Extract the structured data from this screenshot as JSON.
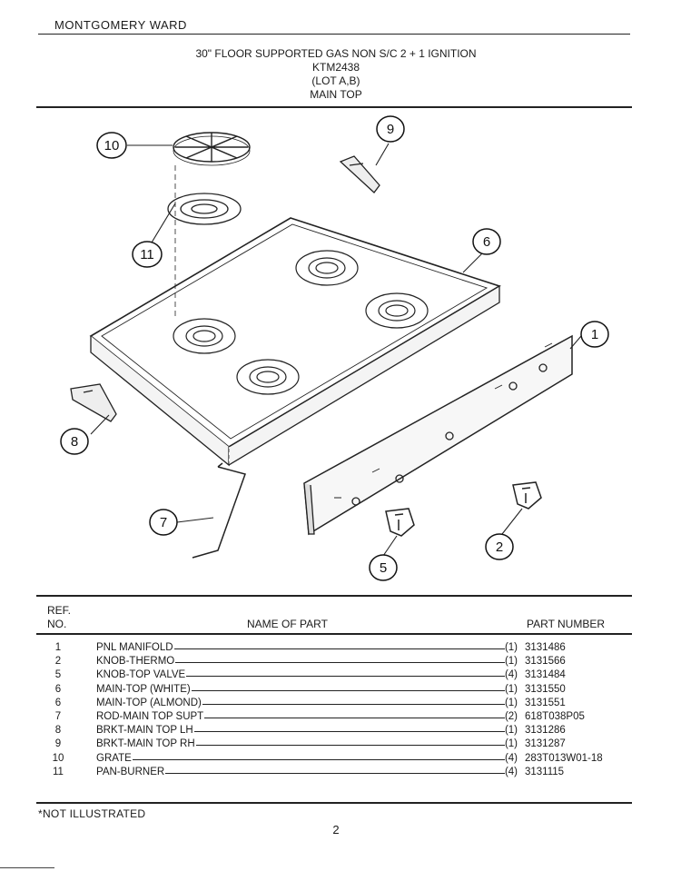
{
  "header": {
    "brand": "MONTGOMERY WARD",
    "title_lines": [
      "30\" FLOOR SUPPORTED GAS NON S/C 2 + 1 IGNITION",
      "KTM2438",
      "(LOT A,B)",
      "MAIN TOP"
    ]
  },
  "diagram": {
    "callouts": [
      "10",
      "9",
      "11",
      "6",
      "1",
      "8",
      "7",
      "2",
      "5"
    ]
  },
  "table": {
    "headers": {
      "ref_line1": "REF.",
      "ref_line2": "NO.",
      "name": "NAME OF PART",
      "part": "PART NUMBER"
    },
    "rows": [
      {
        "ref": "1",
        "name": "PNL MANIFOLD",
        "qty": "(1)",
        "part": "3131486"
      },
      {
        "ref": "2",
        "name": "KNOB-THERMO",
        "qty": "(1)",
        "part": "3131566"
      },
      {
        "ref": "5",
        "name": "KNOB-TOP VALVE",
        "qty": "(4)",
        "part": "3131484"
      },
      {
        "ref": "6",
        "name": "MAIN-TOP (WHITE)",
        "qty": "(1)",
        "part": "3131550"
      },
      {
        "ref": "6",
        "name": "MAIN-TOP (ALMOND)",
        "qty": "(1)",
        "part": "3131551"
      },
      {
        "ref": "7",
        "name": "ROD-MAIN TOP SUPT",
        "qty": "(2)",
        "part": "618T038P05"
      },
      {
        "ref": "8",
        "name": "BRKT-MAIN TOP LH",
        "qty": "(1)",
        "part": "3131286"
      },
      {
        "ref": "9",
        "name": "BRKT-MAIN TOP RH",
        "qty": "(1)",
        "part": "3131287"
      },
      {
        "ref": "10",
        "name": "GRATE",
        "qty": "(4)",
        "part": "283T013W01-18"
      },
      {
        "ref": "11",
        "name": "PAN-BURNER",
        "qty": "(4)",
        "part": "3131115"
      }
    ]
  },
  "footer": {
    "note": "*NOT ILLUSTRATED",
    "page": "2"
  }
}
